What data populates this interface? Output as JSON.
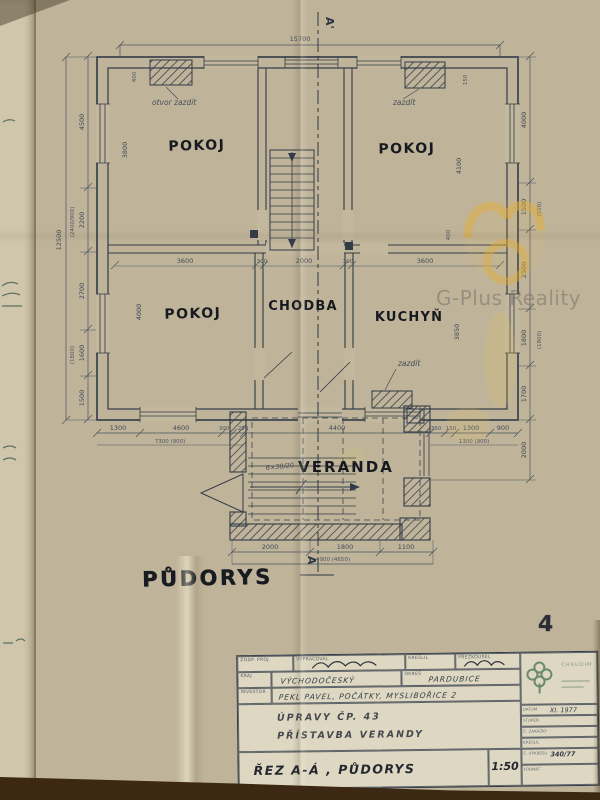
{
  "document": {
    "caption": "PŮDORYS",
    "page_number": "4"
  },
  "watermark": {
    "brand": "G-Plus Reality"
  },
  "section_marks": {
    "top": "A'",
    "bottom": "A"
  },
  "rooms": {
    "top_left": "POKOJ",
    "top_right": "POKOJ",
    "bottom_left": "POKOJ",
    "hall": "CHODBA",
    "kitchen": "KUCHYŇ",
    "veranda": "VERANDA"
  },
  "notes": {
    "chimney_left": "otvor zazdít",
    "chimney_right": "zazdít",
    "kitchen": "zazdít",
    "veranda_stairs": "6×30/20"
  },
  "dims": {
    "top_overall": "15700",
    "left_overall": "12500",
    "left_chain": [
      "4500",
      "2200",
      "2700",
      "1600",
      "1500"
    ],
    "left_alt_upper": "(2400/900)",
    "left_alt_lower": "(1800)",
    "right_chain": [
      "4000",
      "1500",
      "2500",
      "1800",
      "1700"
    ],
    "right_alt_upper": "(850)",
    "right_alt_lower": "(1800)",
    "right_veranda": "2000",
    "bottom_chain": [
      "1300",
      "4600",
      "300",
      "250",
      "4400",
      "360",
      "150",
      "1300",
      "900"
    ],
    "bottom_sub_left": "7300 (900)",
    "bottom_sub_right": "1300 (900)",
    "veranda_chain": [
      "2000",
      "1800",
      "1100"
    ],
    "veranda_sub": "4900 (4650)",
    "middle_chain": [
      "3600",
      "300",
      "2000",
      "300",
      "3600"
    ],
    "room_vertical": {
      "pokoj_tl": "3800",
      "pokoj_tr": "4100",
      "pokoj_bl": "4000",
      "kitchen": "3850"
    },
    "wall_small": [
      "400",
      "150",
      "400"
    ]
  },
  "title_block": {
    "header_labels": [
      "ZODP. PROJ.",
      "VYPRACOVAL",
      "KRESLIL",
      "PŘEZKOUŠEL"
    ],
    "region_label": "KRAJ",
    "region_value": "VÝCHODOČESKÝ",
    "district_label": "OKRES",
    "district_value": "PARDUBICE",
    "investor_label": "INVESTOR",
    "investor_value": "PEKL PAVEL, POČÁTKY, MYSLIBOŘICE 2",
    "subject_line1": "ÚPRAVY ČP. 43",
    "subject_line2": "PŘÍSTAVBA VERANDY",
    "content_label": "ŘEZ A-Á , PŮDORYS",
    "scale": "1:50",
    "stamp_text": "CHRUDIM",
    "side_rows": [
      {
        "label": "DATUM",
        "value": "XI. 1977"
      },
      {
        "label": "STUPEŇ",
        "value": ""
      },
      {
        "label": "Č. ZAKÁZKY",
        "value": ""
      },
      {
        "label": "KRESLIL",
        "value": ""
      },
      {
        "label": "Č. VÝKRESU",
        "value": "340/77"
      },
      {
        "label": "FORMÁT",
        "value": ""
      }
    ]
  }
}
